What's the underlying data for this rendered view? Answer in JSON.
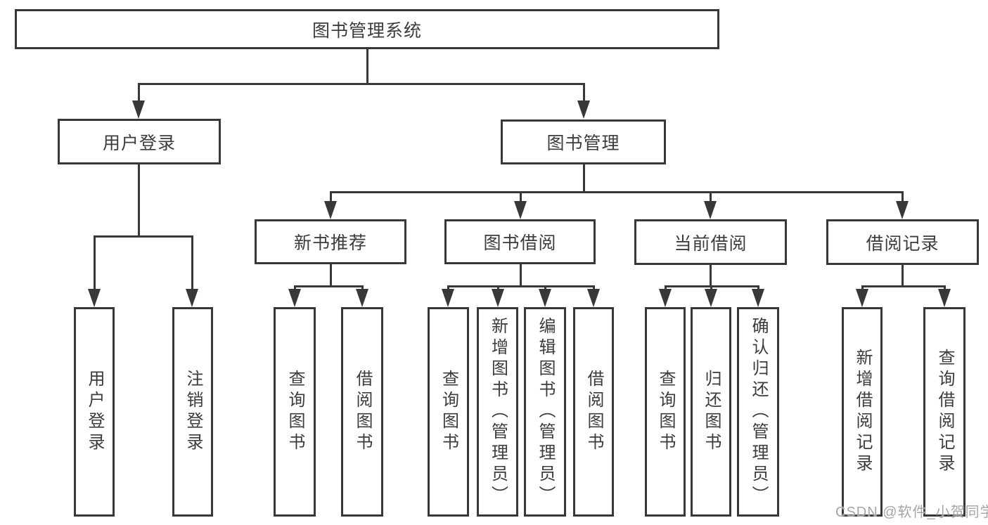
{
  "diagram": {
    "root": {
      "label": "图书管理系统"
    },
    "level2": [
      {
        "label": "用户登录"
      },
      {
        "label": "图书管理"
      }
    ],
    "level3": [
      {
        "label": "新书推荐"
      },
      {
        "label": "图书借阅"
      },
      {
        "label": "当前借阅"
      },
      {
        "label": "借阅记录"
      }
    ],
    "leaves": {
      "user_login": [
        {
          "label": "用户登录"
        },
        {
          "label": "注销登录"
        }
      ],
      "new_books": [
        {
          "label": "查询图书"
        },
        {
          "label": "借阅图书"
        }
      ],
      "book_borrow": [
        {
          "label": "查询图书"
        },
        {
          "label": "新增图书（管理员）"
        },
        {
          "label": "编辑图书（管理员）"
        },
        {
          "label": "借阅图书"
        }
      ],
      "current_borrow": [
        {
          "label": "查询图书"
        },
        {
          "label": "归还图书"
        },
        {
          "label": "确认归还（管理员）"
        }
      ],
      "borrow_records": [
        {
          "label": "新增借阅记录"
        },
        {
          "label": "查询借阅记录"
        }
      ]
    }
  },
  "watermark": {
    "text": "CSDN @软件_小贺同学"
  },
  "colors": {
    "line": "#383838",
    "text": "#3c3c3c",
    "watermark": "#a6a6a6",
    "bg": "#ffffff"
  }
}
